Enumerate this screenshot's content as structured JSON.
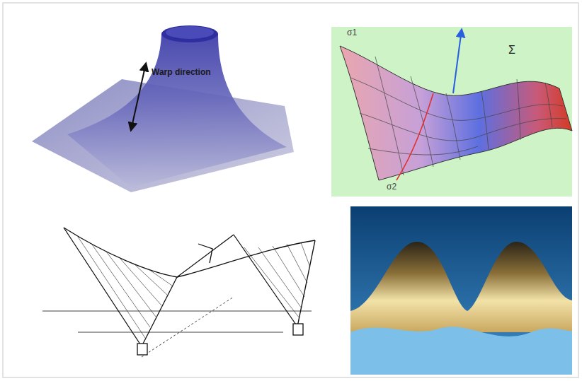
{
  "diagram": {
    "labels": [
      "Warp direction",
      "σ1",
      "σ2",
      "Σ"
    ]
  }
}
